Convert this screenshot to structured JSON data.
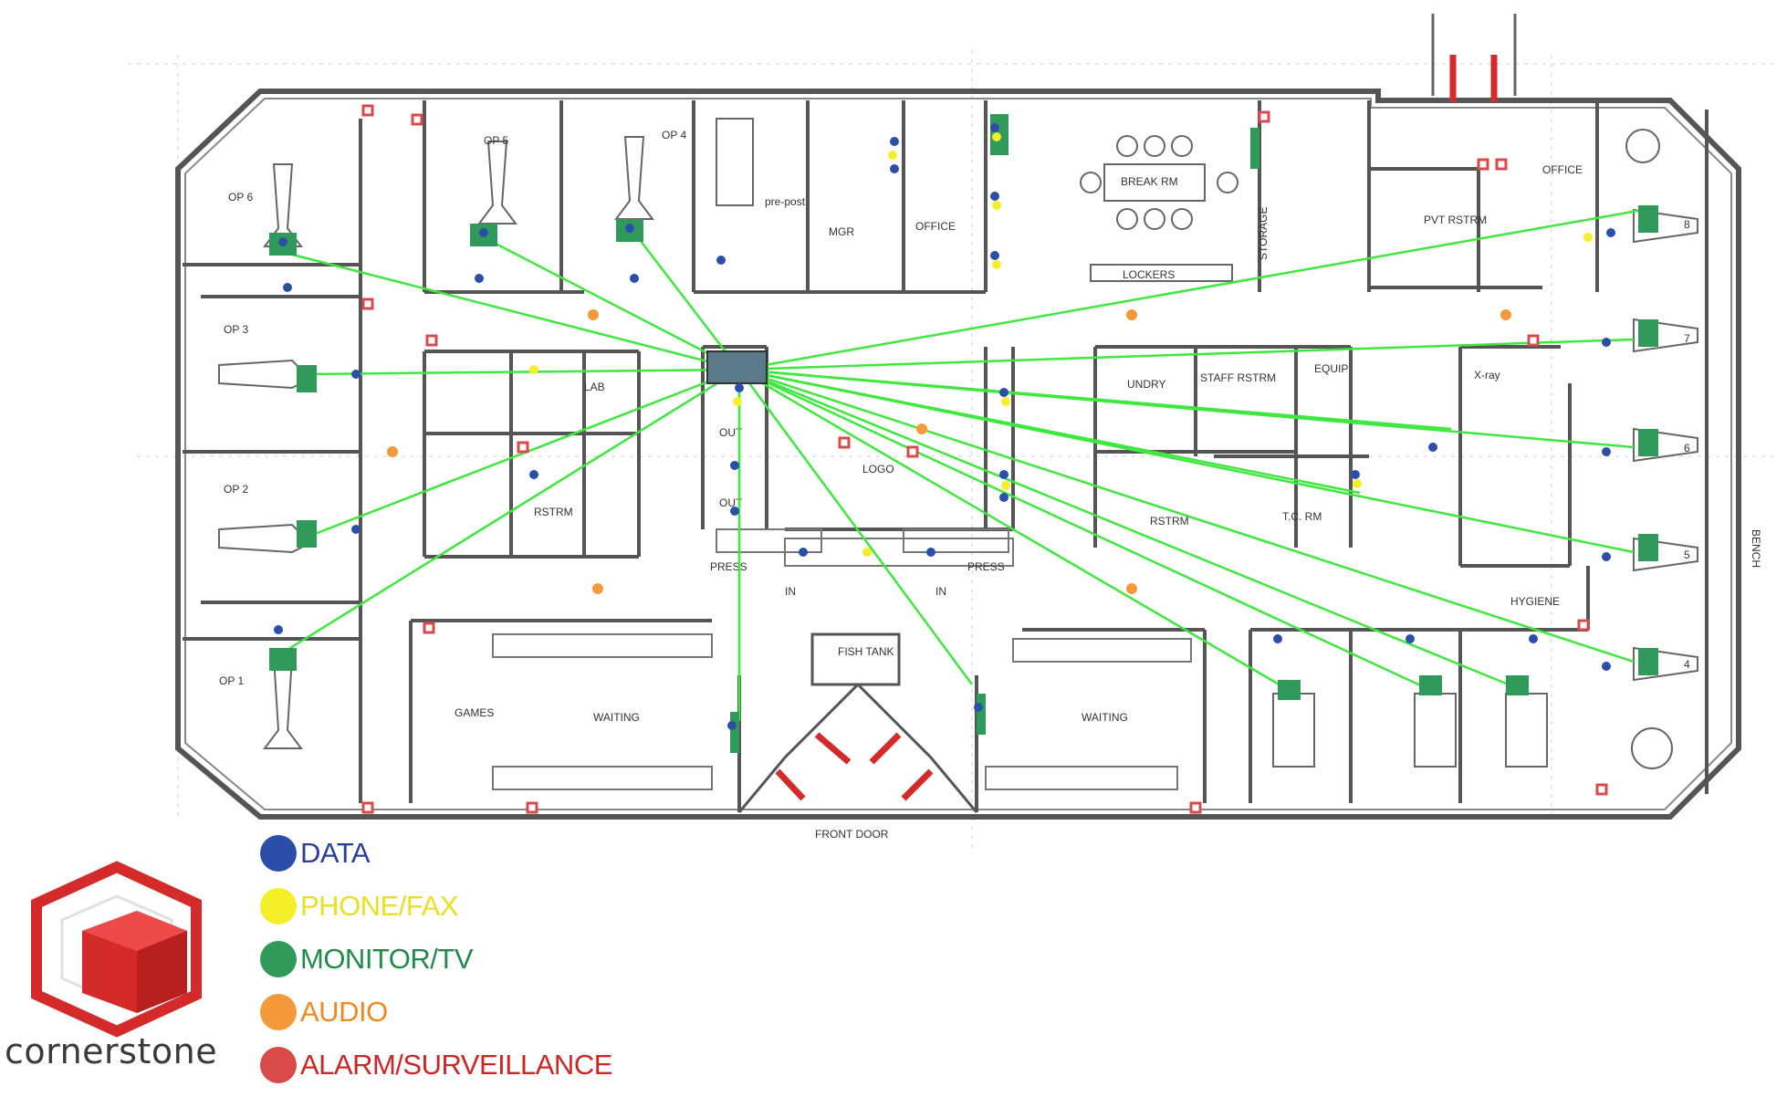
{
  "rooms": {
    "op6": "OP 6",
    "op5": "OP 5",
    "op4": "OP 4",
    "op3": "OP 3",
    "op2": "OP 2",
    "op1": "OP 1",
    "prepost": "pre-post",
    "mgr": "MGR",
    "office1": "OFFICE",
    "breakrm": "BREAK RM",
    "lockers": "LOCKERS",
    "storage": "STORAGE",
    "pvtrstrm": "PVT RSTRM",
    "office2": "OFFICE",
    "lab": "LAB",
    "rstrm1": "RSTRM",
    "undry": "UNDRY",
    "staffrstrm": "STAFF RSTRM",
    "equip": "EQUIP",
    "xray": "X-ray",
    "rstrm2": "RSTRM",
    "tcrm": "T.C. RM",
    "hygiene": "HYGIENE",
    "bench": "BENCH",
    "games": "GAMES",
    "waiting1": "WAITING",
    "waiting2": "WAITING",
    "fishtank": "FISH TANK",
    "frontdoor": "FRONT DOOR",
    "logo": "LOGO",
    "out1": "OUT",
    "out2": "OUT",
    "in1": "IN",
    "in2": "IN",
    "press1": "PRESS",
    "press2": "PRESS",
    "bay8": "8",
    "bay7": "7",
    "bay6": "6",
    "bay5": "5",
    "bay4": "4"
  },
  "legend": [
    {
      "label": "DATA",
      "color": "#2b4fa8",
      "text_color": "#2b3f9a"
    },
    {
      "label": "PHONE/FAX",
      "color": "#f5ef2a",
      "text_color": "#e8e020"
    },
    {
      "label": "MONITOR/TV",
      "color": "#2f9a5a",
      "text_color": "#1f8a4a"
    },
    {
      "label": "AUDIO",
      "color": "#f59a3a",
      "text_color": "#f08a20"
    },
    {
      "label": "ALARM/SURVEILLANCE",
      "color": "#d94a4a",
      "text_color": "#d02525"
    }
  ],
  "brand": {
    "name": "cornerstone",
    "color": "#d42a2a"
  },
  "colors": {
    "wall": "#555555",
    "cable": "#3ee83e"
  }
}
